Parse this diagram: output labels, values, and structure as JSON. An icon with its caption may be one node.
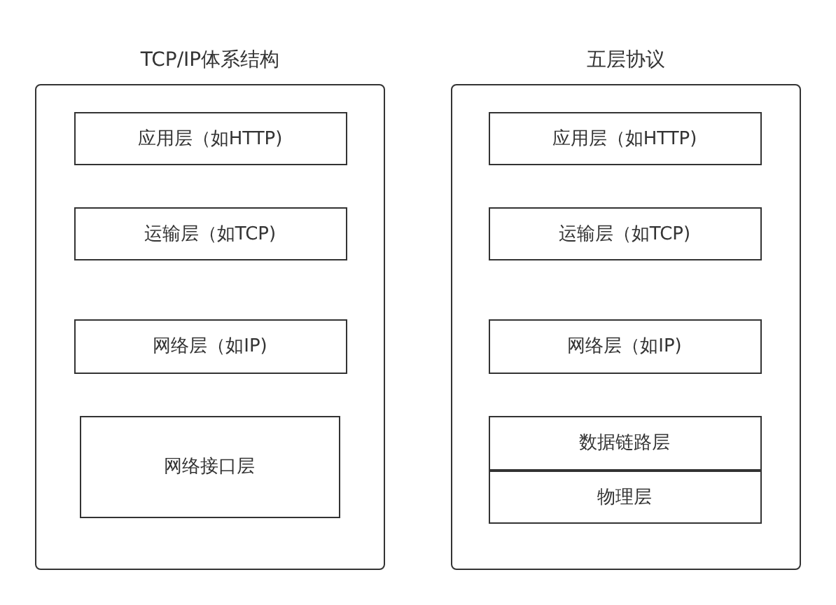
{
  "diagram": {
    "nodes": [
      {
        "text": [
          "TCP/IP体系结构"
        ]
      },
      {
        "text": [
          "应用层（如HTTP)"
        ],
        "in": 0
      },
      {
        "text": [
          "运输层（如TCP)"
        ],
        "in": 0
      },
      {
        "text": [
          "网络层（如IP)"
        ],
        "in": 0
      },
      {
        "text": [
          "网络接口层"
        ],
        "in": 0
      },
      {
        "text": [
          "五层协议"
        ]
      },
      {
        "text": [
          "应用层（如HTTP)"
        ],
        "in": 5
      },
      {
        "text": [
          "运输层（如TCP)"
        ],
        "in": 5
      },
      {
        "text": [
          "网络层（如IP)"
        ],
        "in": 5
      },
      {
        "text": [
          "数据链路层"
        ],
        "in": 5
      },
      {
        "text": [
          "物理层"
        ],
        "in": 5
      }
    ]
  }
}
